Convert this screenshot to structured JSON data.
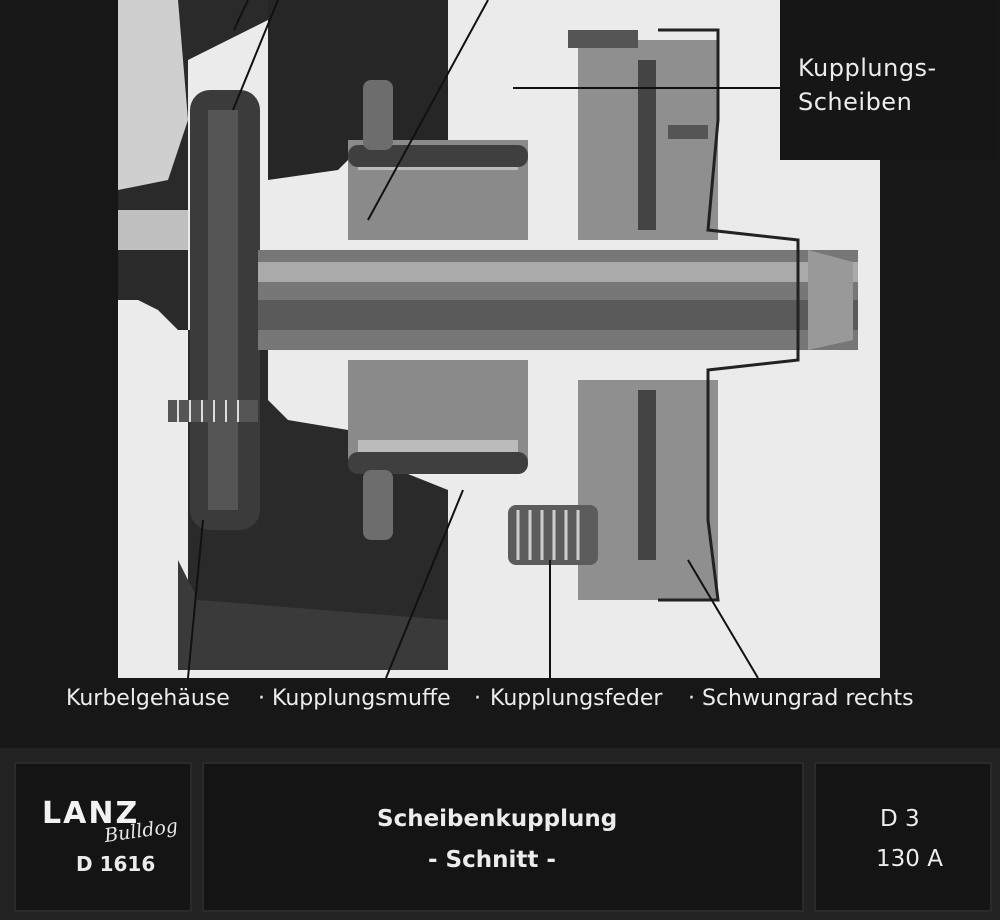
{
  "diagram": {
    "callout_label_line1": "Kupplungs-",
    "callout_label_line2": "Scheiben",
    "part_labels": [
      "Kurbelgehäuse",
      "Kupplungsmuffe",
      "Kupplungsfeder",
      "Schwungrad rechts"
    ],
    "label_separator": "·"
  },
  "footer": {
    "brand": "LANZ",
    "brand_script": "Bulldog",
    "model_code": "D 1616",
    "title": "Scheibenkupplung",
    "subtitle": "- Schnitt -",
    "ref_line1": "D 3",
    "ref_line2": "130 A"
  }
}
